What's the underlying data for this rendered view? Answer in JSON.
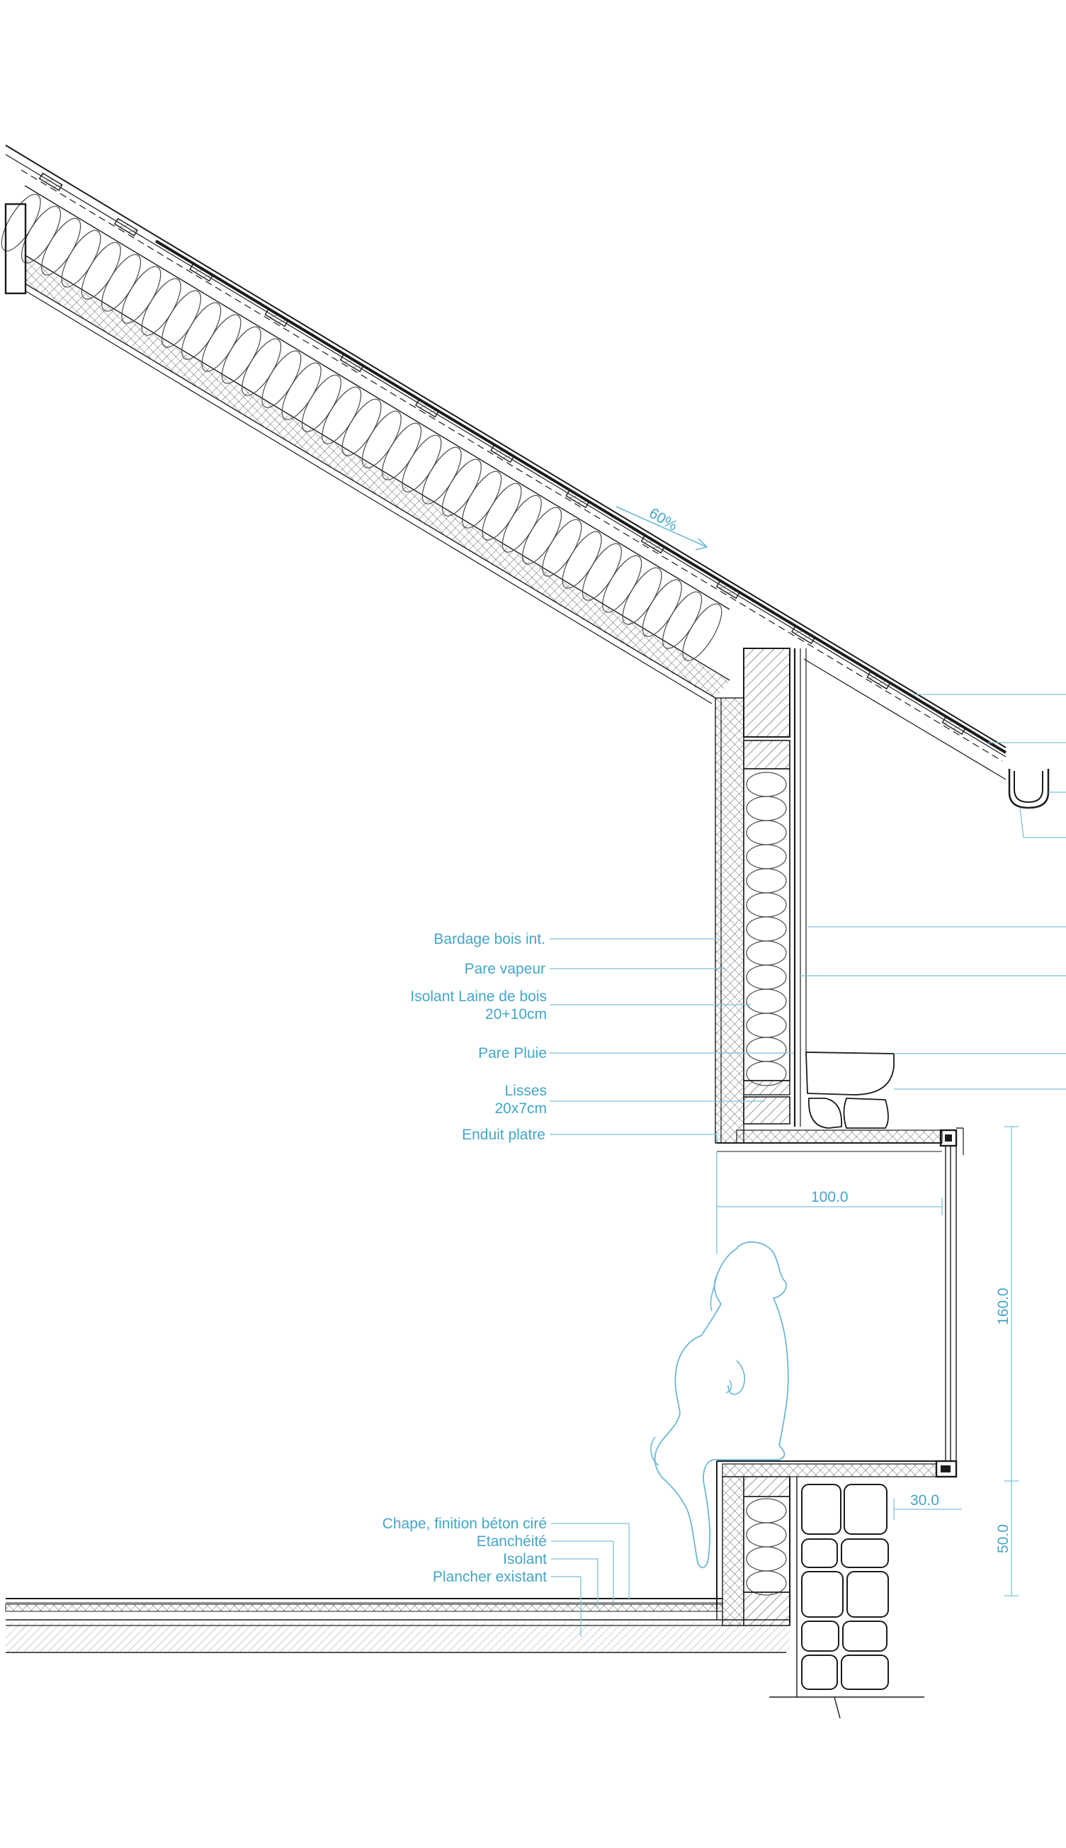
{
  "labels": {
    "bardage": "Bardage bois int.",
    "pare_vapeur": "Pare vapeur",
    "isolant_line1": "Isolant Laine de bois",
    "isolant_line2": "20+10cm",
    "pare_pluie": "Pare Pluie",
    "lisses_line1": "Lisses",
    "lisses_line2": "20x7cm",
    "enduit": "Enduit platre",
    "chape": "Chape, finition béton ciré",
    "etancheite": "Etanchéité",
    "isolant_sol": "Isolant",
    "plancher": "Plancher existant"
  },
  "dimensions": {
    "slope": "60%",
    "window_depth": "100.0",
    "window_height": "160.0",
    "sill_depth": "30.0",
    "sill_height": "50.0"
  },
  "colors": {
    "annotation": "#44a5c8",
    "line": "#1b1b1b"
  }
}
